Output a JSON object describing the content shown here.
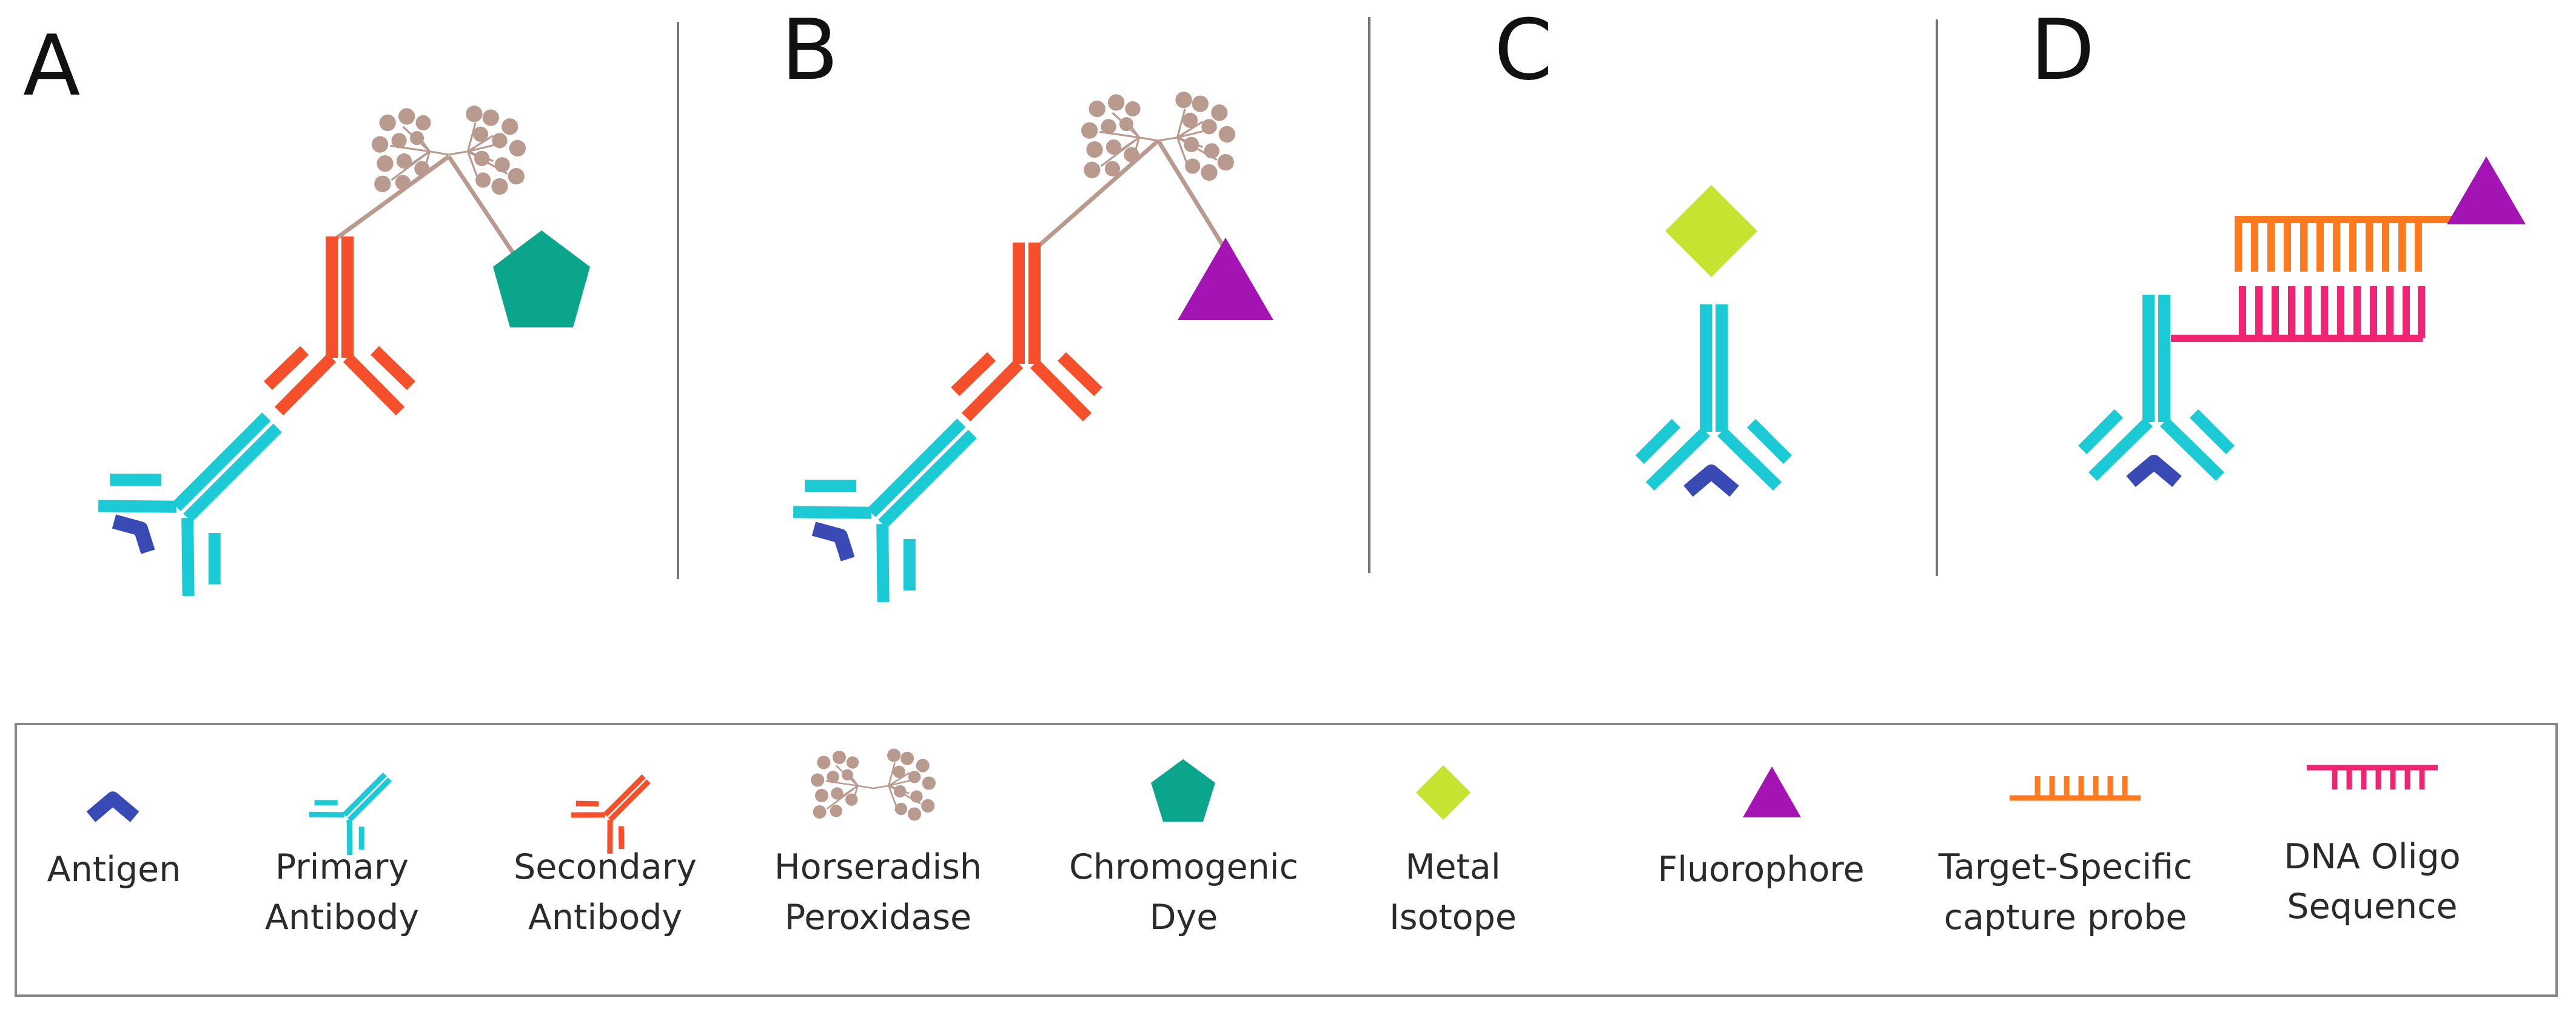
{
  "panels": [
    {
      "letter": "A"
    },
    {
      "letter": "B"
    },
    {
      "letter": "C"
    },
    {
      "letter": "D"
    }
  ],
  "legend": {
    "items": [
      {
        "line1": "Antigen",
        "line2": ""
      },
      {
        "line1": "Primary",
        "line2": "Antibody"
      },
      {
        "line1": "Secondary",
        "line2": "Antibody"
      },
      {
        "line1": "Horseradish",
        "line2": "Peroxidase"
      },
      {
        "line1": "Chromogenic",
        "line2": "Dye"
      },
      {
        "line1": "Metal",
        "line2": "Isotope"
      },
      {
        "line1": "Fluorophore",
        "line2": ""
      },
      {
        "line1": "Target-Specific",
        "line2": "capture probe"
      },
      {
        "line1": "DNA Oligo",
        "line2": "Sequence"
      }
    ]
  },
  "colors": {
    "antigen": "#3a4ab4",
    "primary_antibody": "#1ccad6",
    "secondary_antibody": "#f5502b",
    "hrp": "#b89a8e",
    "chromogenic_dye": "#0aa58a",
    "metal_isotope": "#c6e331",
    "fluorophore": "#a414b4",
    "capture_probe": "#ff7a1e",
    "dna_oligo": "#ef2573",
    "divider": "#777777"
  }
}
